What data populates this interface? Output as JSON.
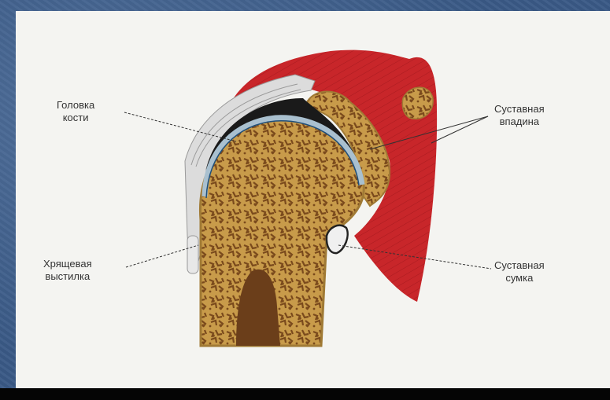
{
  "labels": {
    "head_line1": "Головка",
    "head_line2": "кости",
    "cartilage_line1": "Хрящевая",
    "cartilage_line2": "выстилка",
    "socket_line1": "Суставная",
    "socket_line2": "впадина",
    "capsule_line1": "Суставная",
    "capsule_line2": "сумка"
  },
  "colors": {
    "muscle": "#c8262a",
    "bone": "#c89b4a",
    "spongy": "#7a4a1c",
    "marrow": "#6b3e1a",
    "cartilage": "#a9c0cf",
    "ligament": "#dcdcdc",
    "cavity": "#1a1a1a"
  }
}
